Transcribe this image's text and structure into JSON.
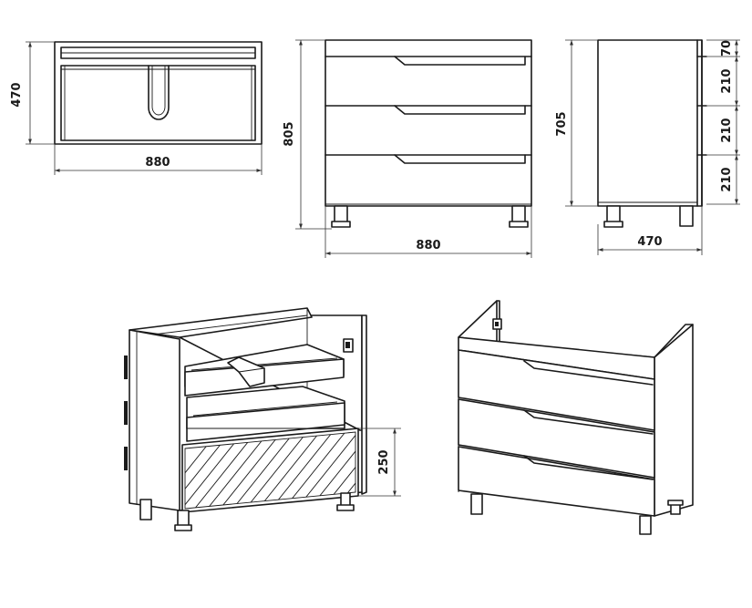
{
  "views": {
    "top": {
      "width_label": "880",
      "depth_label": "470"
    },
    "front": {
      "height_label": "805",
      "width_label": "880"
    },
    "side": {
      "body_height_label": "705",
      "depth_label": "470",
      "drawer_labels": [
        "70",
        "210",
        "210",
        "210"
      ]
    },
    "open_isometric": {
      "drawer_height_label": "250"
    }
  }
}
